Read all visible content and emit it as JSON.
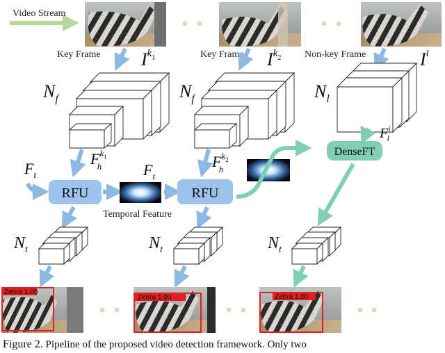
{
  "labels": {
    "video_stream": "Video Stream",
    "key_frame_1": "Key Frame",
    "key_frame_2": "Key Frame",
    "non_key_frame": "Non-key Frame",
    "rfu": "RFU",
    "densefi": "DenseFT",
    "temporal_feature": "Temporal Feature"
  },
  "math": {
    "I": "I",
    "k1": "k",
    "k1_sub": "1",
    "k2_sub": "2",
    "i": "i",
    "N": "N",
    "f": "f",
    "l": "l",
    "t": "t",
    "F": "F",
    "h": "h"
  },
  "detections": {
    "label_1": "Zebra 1.00",
    "label_2": "Zebra 1.00",
    "label_3": "Zebra 1.00"
  },
  "caption": {
    "figure": "Figure 2.",
    "text": "Pipeline of the proposed video detection framework. Only two"
  },
  "colors": {
    "blue_arrow": "#8db8df",
    "rfu_fill": "#9ec3ea",
    "green": "#7fceb5",
    "stream_arrow": "#b9d79b",
    "dots": "#cfe3b8",
    "det_box": "#e02020"
  }
}
